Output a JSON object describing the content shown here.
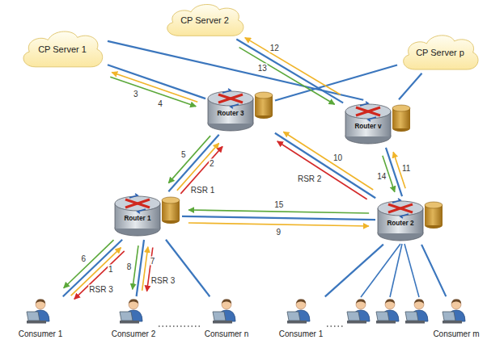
{
  "diagram": {
    "nodes": [
      {
        "text": [
          "CP Server 1"
        ]
      },
      {
        "text": [
          "CP Server 2"
        ]
      },
      {
        "text": [
          "CP Server p"
        ]
      },
      {
        "text": [
          "Router 3"
        ]
      },
      {
        "text": [
          "Router v"
        ]
      },
      {
        "text": [
          "Router 1"
        ]
      },
      {
        "text": [
          "Router 2"
        ]
      },
      {
        "text": [
          "Consumer 1"
        ]
      },
      {
        "text": [
          "Consumer 2"
        ]
      },
      {
        "text": [
          "Consumer n"
        ]
      },
      {
        "text": [
          "Consumer 1"
        ]
      },
      {
        "text": [
          "Consumer m"
        ]
      }
    ],
    "edges": [
      {
        "from": 0,
        "to": 3,
        "arrow": "none"
      },
      {
        "from": 0,
        "to": 4,
        "arrow": "none"
      },
      {
        "from": 1,
        "to": 4,
        "arrow": "none"
      },
      {
        "from": 2,
        "to": 3,
        "arrow": "none"
      },
      {
        "from": 2,
        "to": 4,
        "arrow": "none"
      },
      {
        "from": 3,
        "to": 5,
        "arrow": "none"
      },
      {
        "from": 3,
        "to": 6,
        "arrow": "none"
      },
      {
        "from": 5,
        "to": 6,
        "arrow": "none"
      },
      {
        "from": 4,
        "to": 6,
        "arrow": "none"
      },
      {
        "from": 5,
        "to": 7,
        "arrow": "none"
      },
      {
        "from": 5,
        "to": 8,
        "arrow": "none"
      },
      {
        "from": 5,
        "to": 9,
        "arrow": "none"
      },
      {
        "from": 6,
        "to": 10,
        "arrow": "none"
      },
      {
        "from": 6,
        "to": 11,
        "arrow": "none"
      },
      {
        "from": 3,
        "to": 0,
        "arrow": "to",
        "label": "3"
      },
      {
        "from": 0,
        "to": 3,
        "arrow": "to",
        "label": "4"
      },
      {
        "from": 3,
        "to": 5,
        "arrow": "to",
        "label": "5"
      },
      {
        "from": 5,
        "to": 3,
        "arrow": "to",
        "label": "2"
      },
      {
        "from": 5,
        "to": 3,
        "arrow": "to",
        "label": "RSR 1"
      },
      {
        "from": 5,
        "to": 7,
        "arrow": "to",
        "label": "6"
      },
      {
        "from": 7,
        "to": 5,
        "arrow": "to",
        "label": "1"
      },
      {
        "from": 5,
        "to": 7,
        "arrow": "to",
        "label": "RSR 3"
      },
      {
        "from": 5,
        "to": 8,
        "arrow": "to",
        "label": "8"
      },
      {
        "from": 8,
        "to": 5,
        "arrow": "to",
        "label": "7"
      },
      {
        "from": 5,
        "to": 8,
        "arrow": "to",
        "label": "RSR 3"
      },
      {
        "from": 5,
        "to": 6,
        "arrow": "to",
        "label": "9"
      },
      {
        "from": 6,
        "to": 5,
        "arrow": "to",
        "label": "15"
      },
      {
        "from": 6,
        "to": 3,
        "arrow": "to",
        "label": "10"
      },
      {
        "from": 6,
        "to": 3,
        "arrow": "to",
        "label": "RSR 2"
      },
      {
        "from": 6,
        "to": 4,
        "arrow": "to",
        "label": "11"
      },
      {
        "from": 4,
        "to": 6,
        "arrow": "to",
        "label": "14"
      },
      {
        "from": 4,
        "to": 1,
        "arrow": "to",
        "label": "12"
      },
      {
        "from": 1,
        "to": 4,
        "arrow": "to",
        "label": "13"
      }
    ]
  }
}
